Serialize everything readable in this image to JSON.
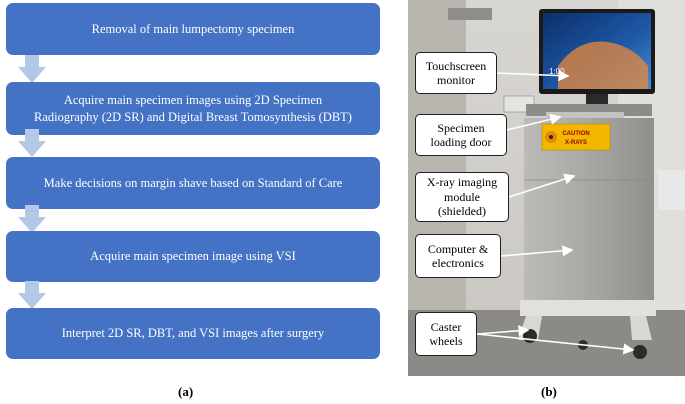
{
  "panel_a": {
    "steps": [
      "Removal of main lumpectomy specimen",
      "Acquire main specimen images using 2D Specimen Radiography (2D SR) and Digital Breast Tomosynthesis (DBT)",
      "Make decisions on margin shave based on Standard of Care",
      "Acquire main specimen image using VSI",
      "Interpret 2D SR, DBT, and VSI images after surgery"
    ],
    "caption": "(a)"
  },
  "panel_b": {
    "callouts": [
      "Touchscreen monitor",
      "Specimen loading door",
      "X-ray imaging module (shielded)",
      "Computer & electronics",
      "Caster wheels"
    ],
    "caption": "(b)",
    "screen_text": "1:00",
    "warning_label": [
      "CAUTION",
      "X-RAYS"
    ]
  },
  "colors": {
    "box_fill": "#4472c4",
    "flow_arrow": "#b4c7e7",
    "cabinet": "#a9a7a3",
    "warning": "#f2b701"
  }
}
